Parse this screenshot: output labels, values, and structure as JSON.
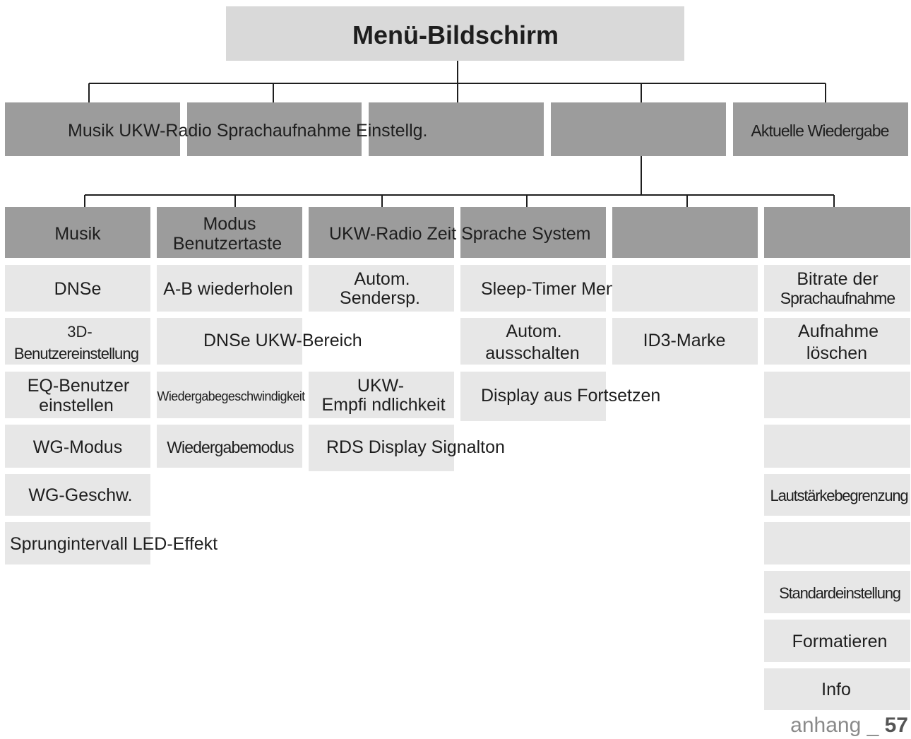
{
  "title": "Menü-Bildschirm",
  "level1_text": "Musik UKW-Radio Sprachaufnahme Einstellg.",
  "level1_right": "Aktuelle Wiedergabe",
  "settings_header": "UKW-Radio Zeit Sprache System",
  "col_musik": {
    "header": "Musik",
    "items": [
      "DNSe",
      "3D-",
      "Benutzereinstellung",
      "EQ-Benutzer",
      "einstellen",
      "WG-Modus",
      "WG-Geschw.",
      "Sprungintervall LED-Effekt"
    ]
  },
  "col_modus": {
    "header_line1": "Modus",
    "header_line2": "Benutzertaste",
    "items": [
      "A-B wiederholen",
      "DNSe UKW-Bereich",
      "Wiedergabegeschwindigkeit",
      "Wiedergabemodus"
    ]
  },
  "col_ukw": {
    "items": [
      "Autom.",
      "Sendersp.",
      "UKW-",
      "Empfi ndlichkeit",
      "RDS Display Signalton"
    ]
  },
  "col_zeit": {
    "items": [
      "Sleep-Timer Menü",
      "Autom.",
      "ausschalten",
      "Display aus Fortsetzen"
    ]
  },
  "col_sprache": {
    "items": [
      "ID3-Marke"
    ]
  },
  "col_system": {
    "items": [
      "Bitrate der",
      "Sprachaufnahme",
      "Aufnahme",
      "löschen",
      "Lautstärkebegrenzung",
      "Standardeinstellung",
      "Formatieren",
      "Info"
    ]
  },
  "footer": {
    "section": "anhang _",
    "page": "57"
  }
}
